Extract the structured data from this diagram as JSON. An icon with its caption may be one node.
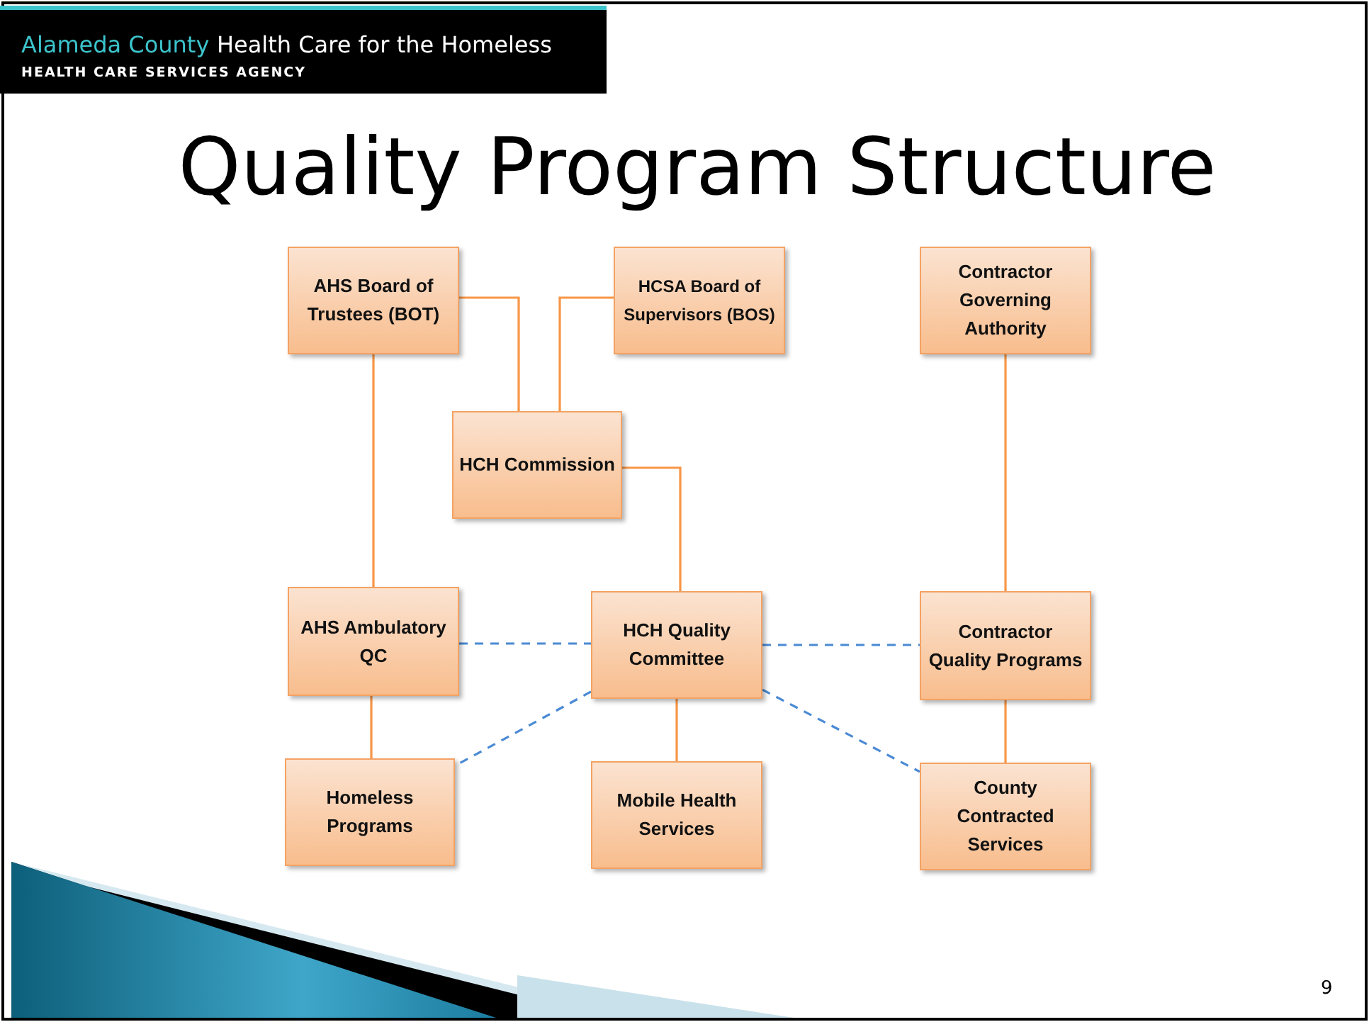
{
  "diagram": {
    "title": "Quality Program Structure",
    "nodes": [
      {
        "text": [
          "AHS Board of Trustees (BOT)"
        ]
      },
      {
        "text": [
          "HCSA Board of Supervisors (BOS)"
        ]
      },
      {
        "text": [
          "Contractor Governing Authority"
        ]
      },
      {
        "text": [
          "HCH Commission"
        ]
      },
      {
        "text": [
          "AHS Ambulatory QC"
        ]
      },
      {
        "text": [
          "HCH Quality Committee"
        ]
      },
      {
        "text": [
          "Contractor Quality Programs"
        ]
      },
      {
        "text": [
          "Homeless Programs"
        ]
      },
      {
        "text": [
          "Mobile Health Services"
        ]
      },
      {
        "text": [
          "County Contracted Services"
        ]
      }
    ],
    "edges": [
      {
        "from": 0,
        "to": 3,
        "arrow": "none"
      },
      {
        "from": 1,
        "to": 3,
        "arrow": "none"
      },
      {
        "from": 3,
        "to": 5,
        "arrow": "none"
      },
      {
        "from": 0,
        "to": 4,
        "arrow": "none"
      },
      {
        "from": 2,
        "to": 6,
        "arrow": "none"
      },
      {
        "from": 4,
        "to": 7,
        "arrow": "none"
      },
      {
        "from": 5,
        "to": 8,
        "arrow": "none"
      },
      {
        "from": 6,
        "to": 9,
        "arrow": "none"
      },
      {
        "from": 4,
        "to": 5,
        "arrow": "none",
        "style": "dashed",
        "color": "#4a8ad4"
      },
      {
        "from": 5,
        "to": 6,
        "arrow": "none",
        "style": "dashed",
        "color": "#4a8ad4"
      },
      {
        "from": 5,
        "to": 7,
        "arrow": "none",
        "style": "dashed",
        "color": "#4a8ad4"
      },
      {
        "from": 5,
        "to": 9,
        "arrow": "none",
        "style": "dashed",
        "color": "#4a8ad4"
      }
    ],
    "labels": [
      "Alameda County",
      "Health Care for the Homeless",
      "HEALTH CARE SERVICES AGENCY",
      "9"
    ]
  }
}
